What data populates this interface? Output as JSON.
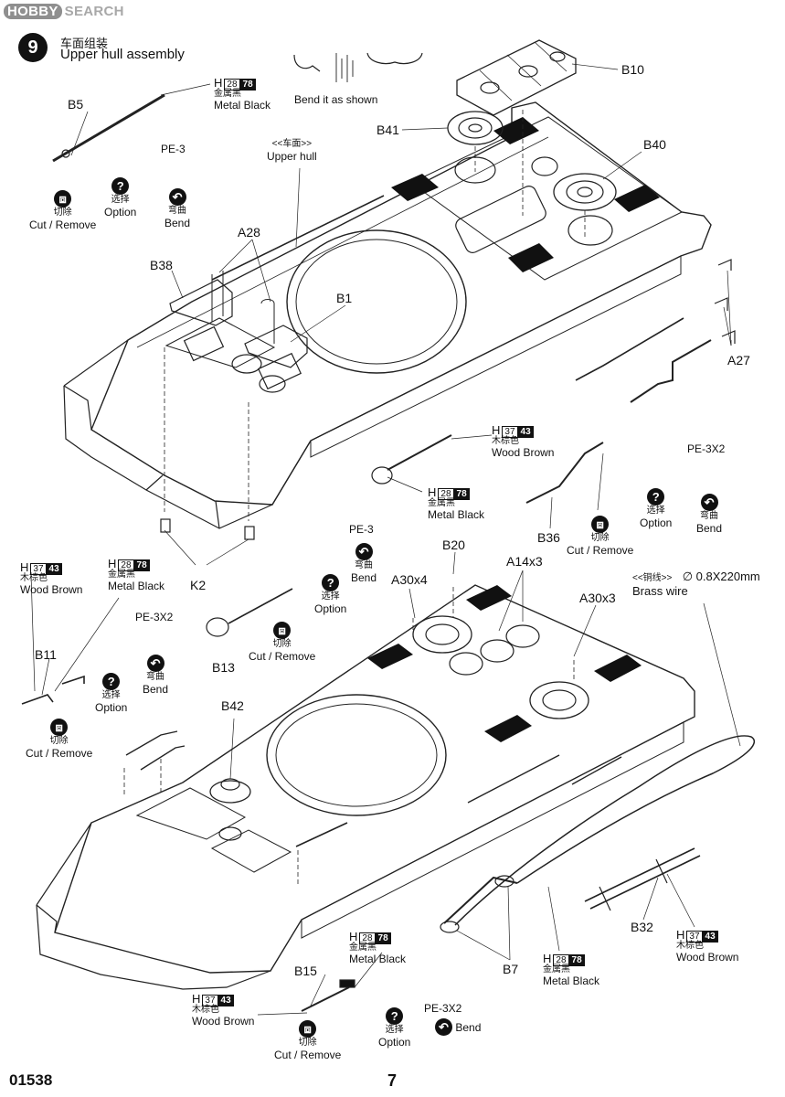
{
  "watermark": {
    "badge": "HOBBY",
    "text": "SEARCH"
  },
  "step": {
    "number": "9",
    "title_cn": "车面组装",
    "title_en": "Upper hull assembly"
  },
  "notes": {
    "bend_shown": "Bend it as shown",
    "upper_hull_cn": "<<车面>>",
    "upper_hull_en": "Upper hull",
    "brass_wire_cn": "<<铜线>>",
    "brass_wire_spec": "∅ 0.8X220mm",
    "brass_wire_en": "Brass wire"
  },
  "paints": {
    "metal_black": {
      "code_a": "28",
      "code_b": "78",
      "cn": "金属黑",
      "en": "Metal Black"
    },
    "wood_brown": {
      "code_a": "37",
      "code_b": "43",
      "cn": "木棕色",
      "en": "Wood Brown"
    },
    "prefix": "H"
  },
  "actions": {
    "cut_cn": "切除",
    "cut_en": "Cut / Remove",
    "option_cn": "选择",
    "option_en": "Option",
    "bend_cn": "弯曲",
    "bend_en": "Bend"
  },
  "parts": {
    "b5": "B5",
    "b10": "B10",
    "b41": "B41",
    "b40": "B40",
    "a28": "A28",
    "b38": "B38",
    "b1": "B1",
    "a27": "A27",
    "k2": "K2",
    "b36": "B36",
    "pe3": "PE-3",
    "pe3x2": "PE-3X2",
    "b20": "B20",
    "a14x3": "A14x3",
    "a30x4": "A30x4",
    "a30x3": "A30x3",
    "b11": "B11",
    "b13": "B13",
    "b42": "B42",
    "b32": "B32",
    "b15": "B15",
    "b7": "B7"
  },
  "footer": {
    "code": "01538",
    "page": "7"
  }
}
